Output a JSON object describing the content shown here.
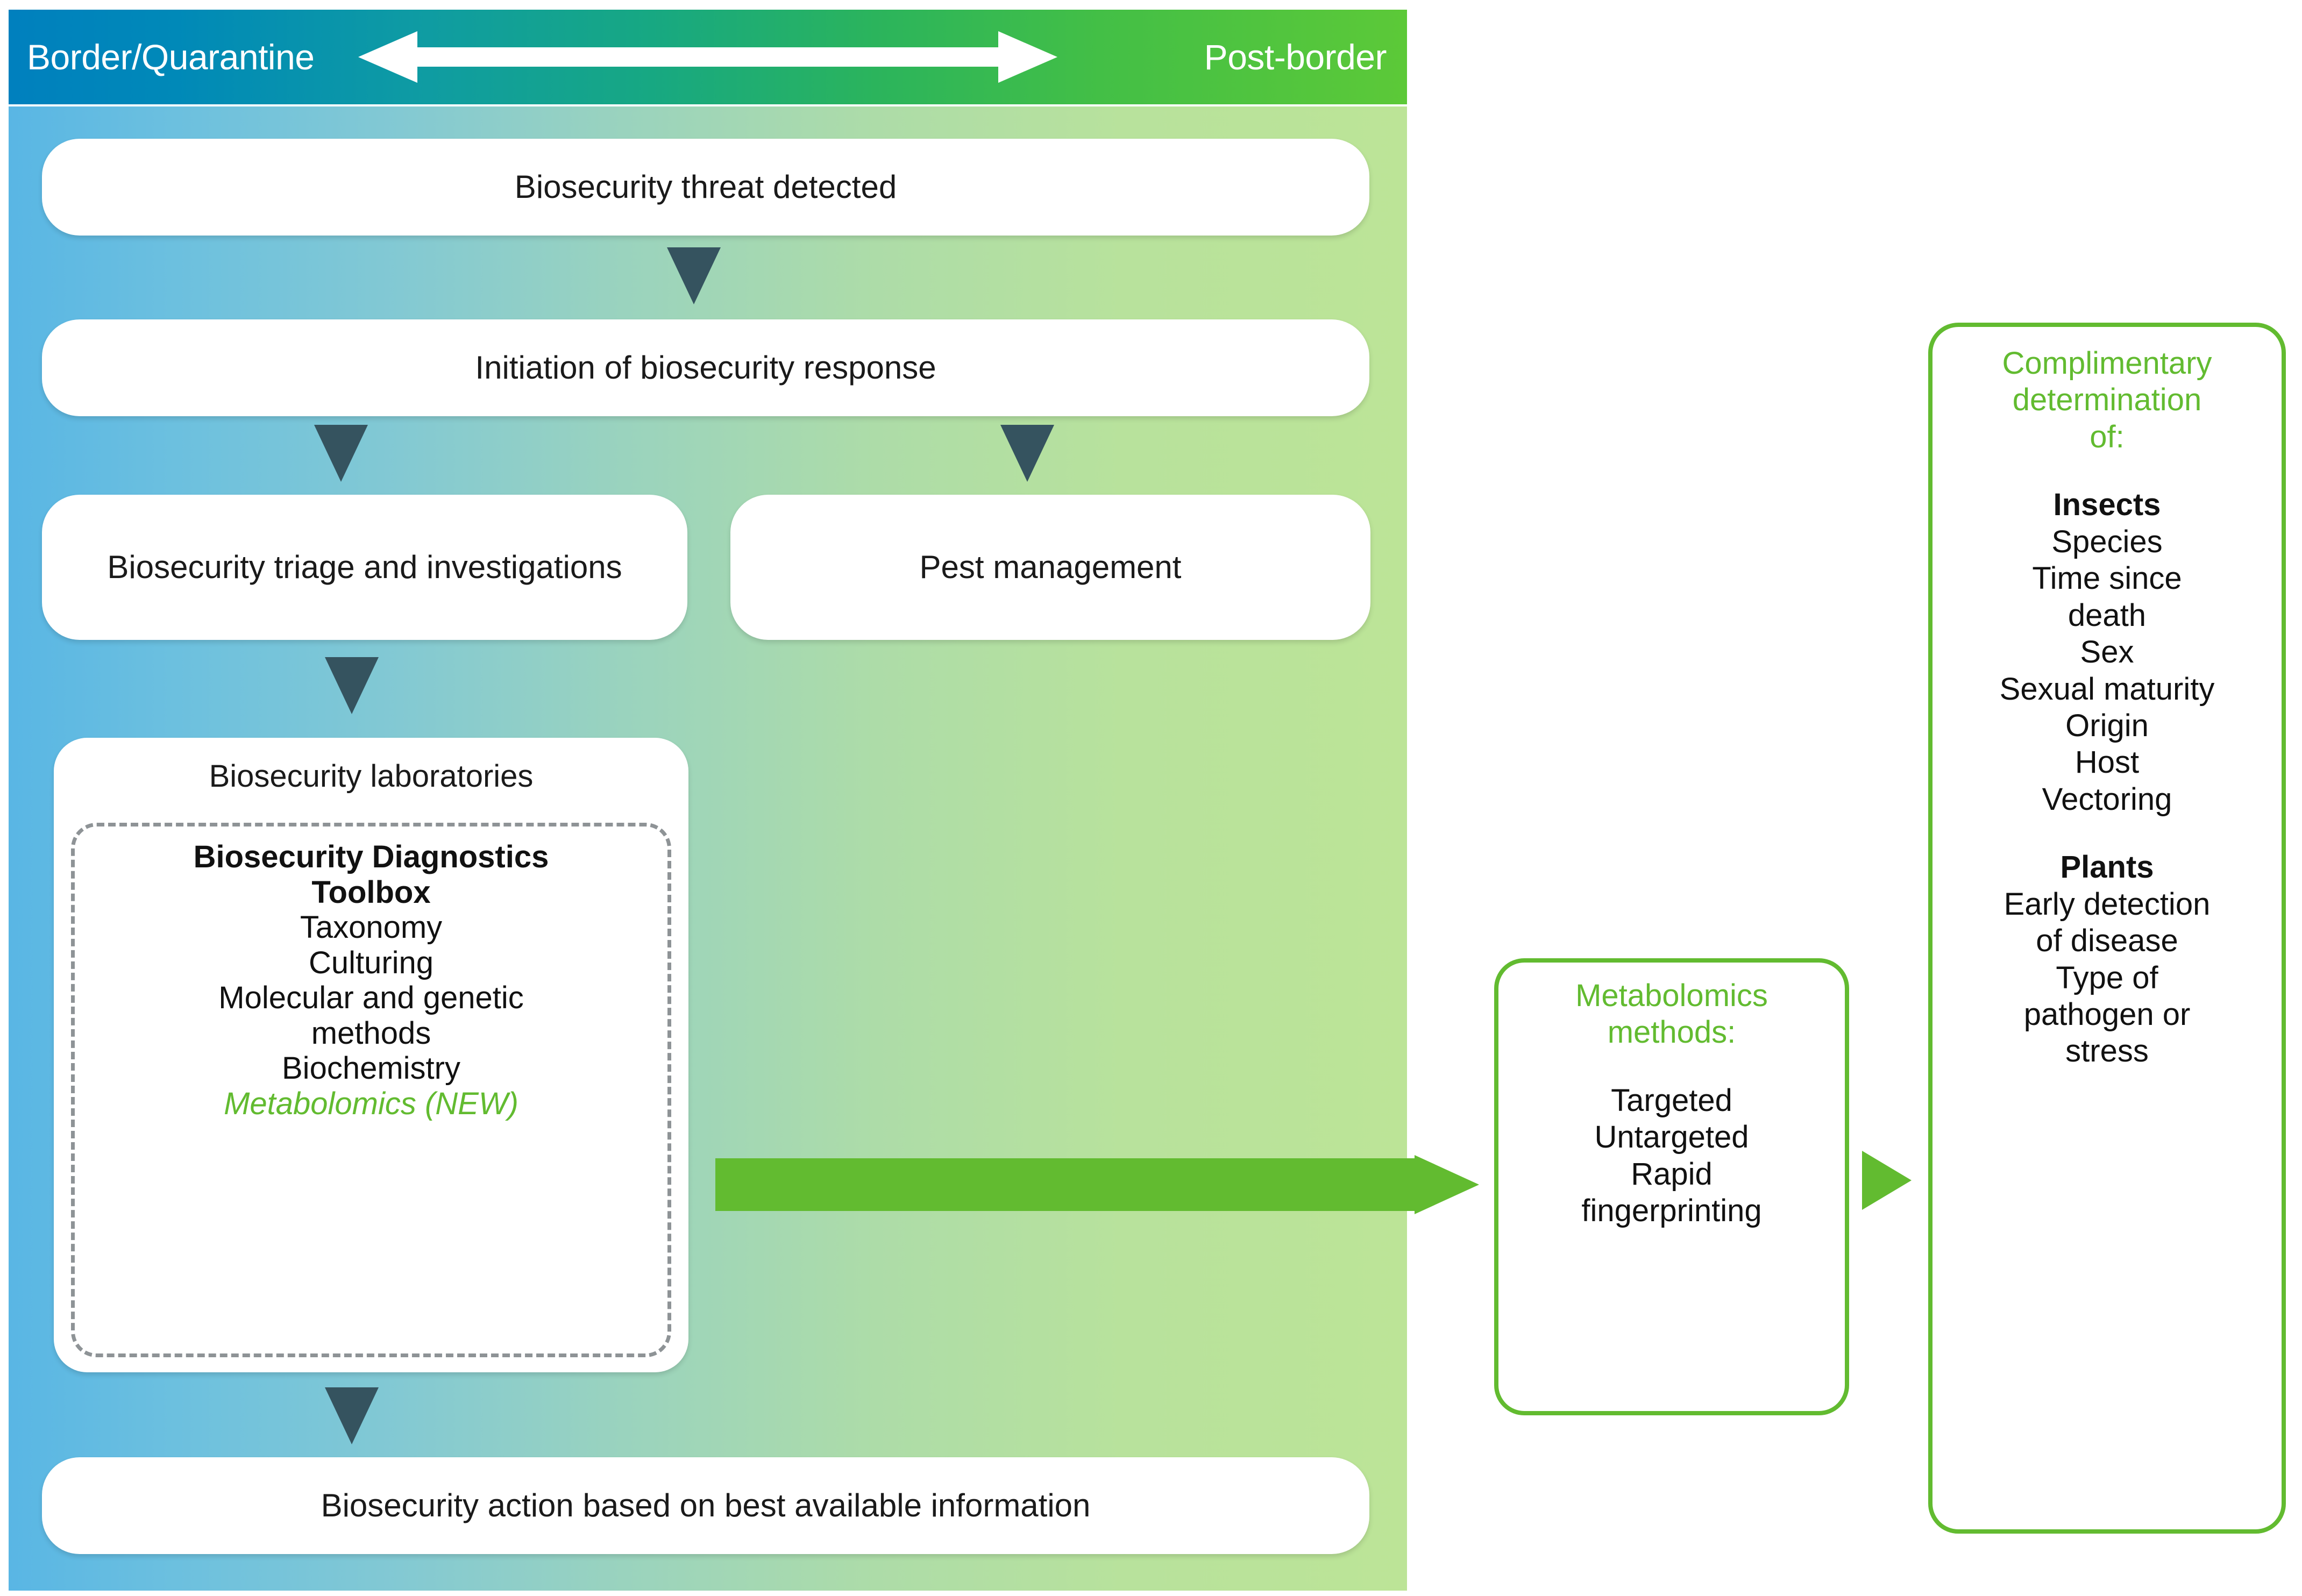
{
  "header": {
    "left_label": "Border/Quarantine",
    "right_label": "Post-border",
    "icon": "double-headed-arrow-icon"
  },
  "flow": {
    "threat": "Biosecurity threat detected",
    "initiation": "Initiation of biosecurity response",
    "triage": "Biosecurity triage and investigations",
    "pest": "Pest management",
    "action": "Biosecurity action based on best available information",
    "lab_title": "Biosecurity laboratories"
  },
  "toolbox": {
    "title_line1": "Biosecurity Diagnostics",
    "title_line2": "Toolbox",
    "items": [
      "Taxonomy",
      "Culturing",
      "Molecular and genetic",
      "methods",
      "Biochemistry"
    ],
    "new_item": "Metabolomics (NEW)"
  },
  "methods_box": {
    "heading_line1": "Metabolomics",
    "heading_line2": "methods:",
    "items": [
      "Targeted",
      "Untargeted",
      "Rapid",
      "fingerprinting"
    ]
  },
  "complimentary_box": {
    "heading_line1": "Complimentary",
    "heading_line2": "determination",
    "heading_line3": "of:",
    "insects_title": "Insects",
    "insects_items": [
      "Species",
      "Time since",
      "death",
      "Sex",
      "Sexual maturity",
      "Origin",
      "Host",
      "Vectoring"
    ],
    "plants_title": "Plants",
    "plants_items": [
      "Early detection",
      "of disease",
      "Type of",
      "pathogen or",
      "stress"
    ]
  },
  "colors": {
    "header_start": "#0080BE",
    "header_end": "#5CC938",
    "panel_start": "#59B6E4",
    "panel_end": "#BCE497",
    "accent_green": "#62BB30",
    "triangle_dark": "#35535F",
    "dashed_border": "#8E9396"
  }
}
